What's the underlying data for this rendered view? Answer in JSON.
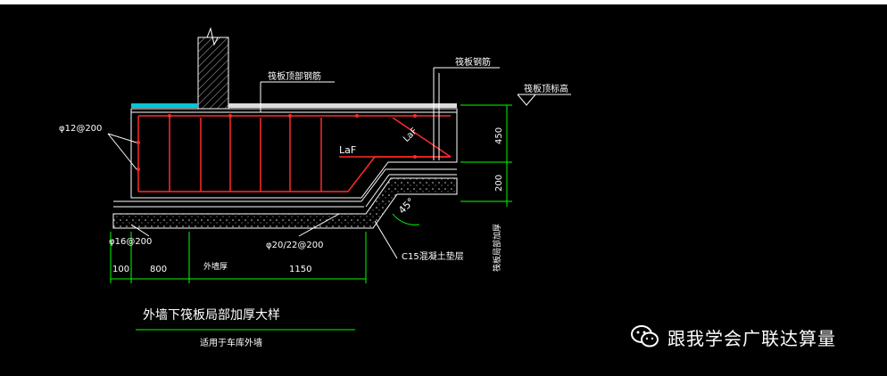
{
  "colors": {
    "background": "#000000",
    "frame": "#ffffff",
    "rebar": "#ff2a2a",
    "dimension": "#00ff00",
    "annotation": "#ffffff",
    "hatch": "#bfbfbf",
    "waterproof": "#00c8d8"
  },
  "labels": {
    "top_rebar": "筏板顶部钢筋",
    "raft_rebar": "筏板钢筋",
    "raft_top_elev": "筏板顶标高",
    "left_bar": "φ12@200",
    "bottom_left_bar": "φ16@200",
    "bottom_main_bar": "φ20/22@200",
    "laf_horizontal": "LaF",
    "laf_diagonal": "LaF",
    "angle": "45°",
    "c15_cushion": "C15混凝土垫层",
    "elev_text": "筏板局部加厚",
    "wall_label": "外墙厚"
  },
  "dimensions": {
    "bottom": [
      "100",
      "800",
      "1150"
    ],
    "right": [
      "450",
      "200"
    ]
  },
  "title": {
    "main": "外墙下筏板局部加厚大样",
    "sub": "适用于车库外墙"
  },
  "watermark": {
    "icon": "wechat-icon",
    "text": "跟我学会广联达算量"
  }
}
